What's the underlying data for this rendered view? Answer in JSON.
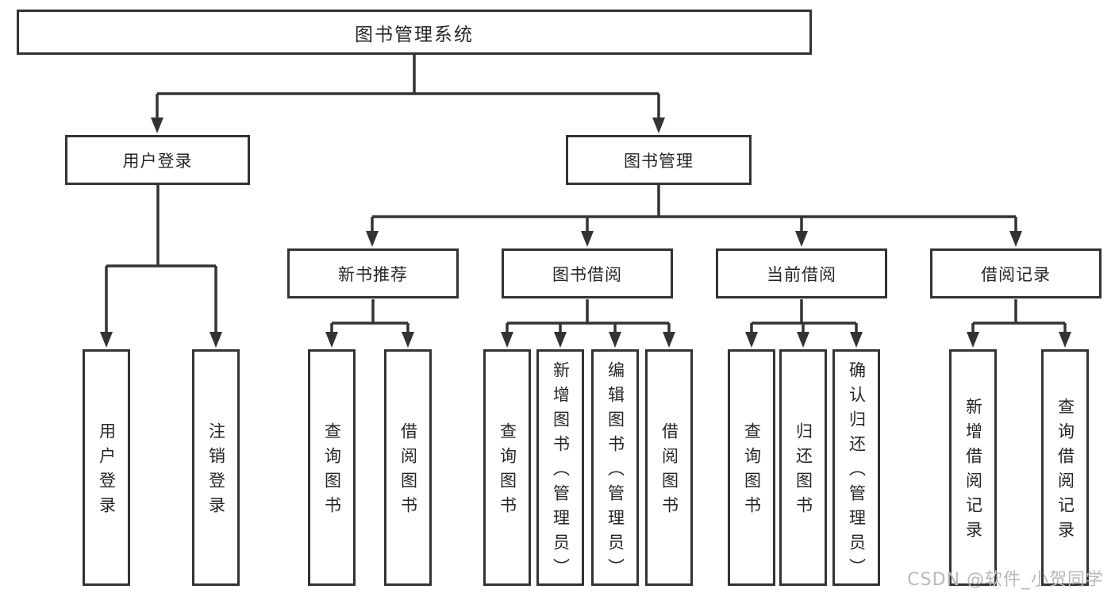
{
  "diagram": {
    "tree": {
      "label": "图书管理系统",
      "children": [
        {
          "label": "用户登录",
          "children": [
            {
              "label": "用户登录"
            },
            {
              "label": "注销登录"
            }
          ]
        },
        {
          "label": "图书管理",
          "children": [
            {
              "label": "新书推荐",
              "children": [
                {
                  "label": "查询图书"
                },
                {
                  "label": "借阅图书"
                }
              ]
            },
            {
              "label": "图书借阅",
              "children": [
                {
                  "label": "查询图书"
                },
                {
                  "label": "新增图书（管理员）"
                },
                {
                  "label": "编辑图书（管理员）"
                },
                {
                  "label": "借阅图书"
                }
              ]
            },
            {
              "label": "当前借阅",
              "children": [
                {
                  "label": "查询图书"
                },
                {
                  "label": "归还图书"
                },
                {
                  "label": "确认归还（管理员）"
                }
              ]
            },
            {
              "label": "借阅记录",
              "children": [
                {
                  "label": "新增借阅记录"
                },
                {
                  "label": "查询借阅记录"
                }
              ]
            }
          ]
        }
      ]
    },
    "colors": {
      "line": "#333333",
      "text": "#262626",
      "background": "#ffffff",
      "watermark": "#b8b8b8"
    }
  },
  "watermark": {
    "text": "CSDN @软件_小贺同学"
  }
}
